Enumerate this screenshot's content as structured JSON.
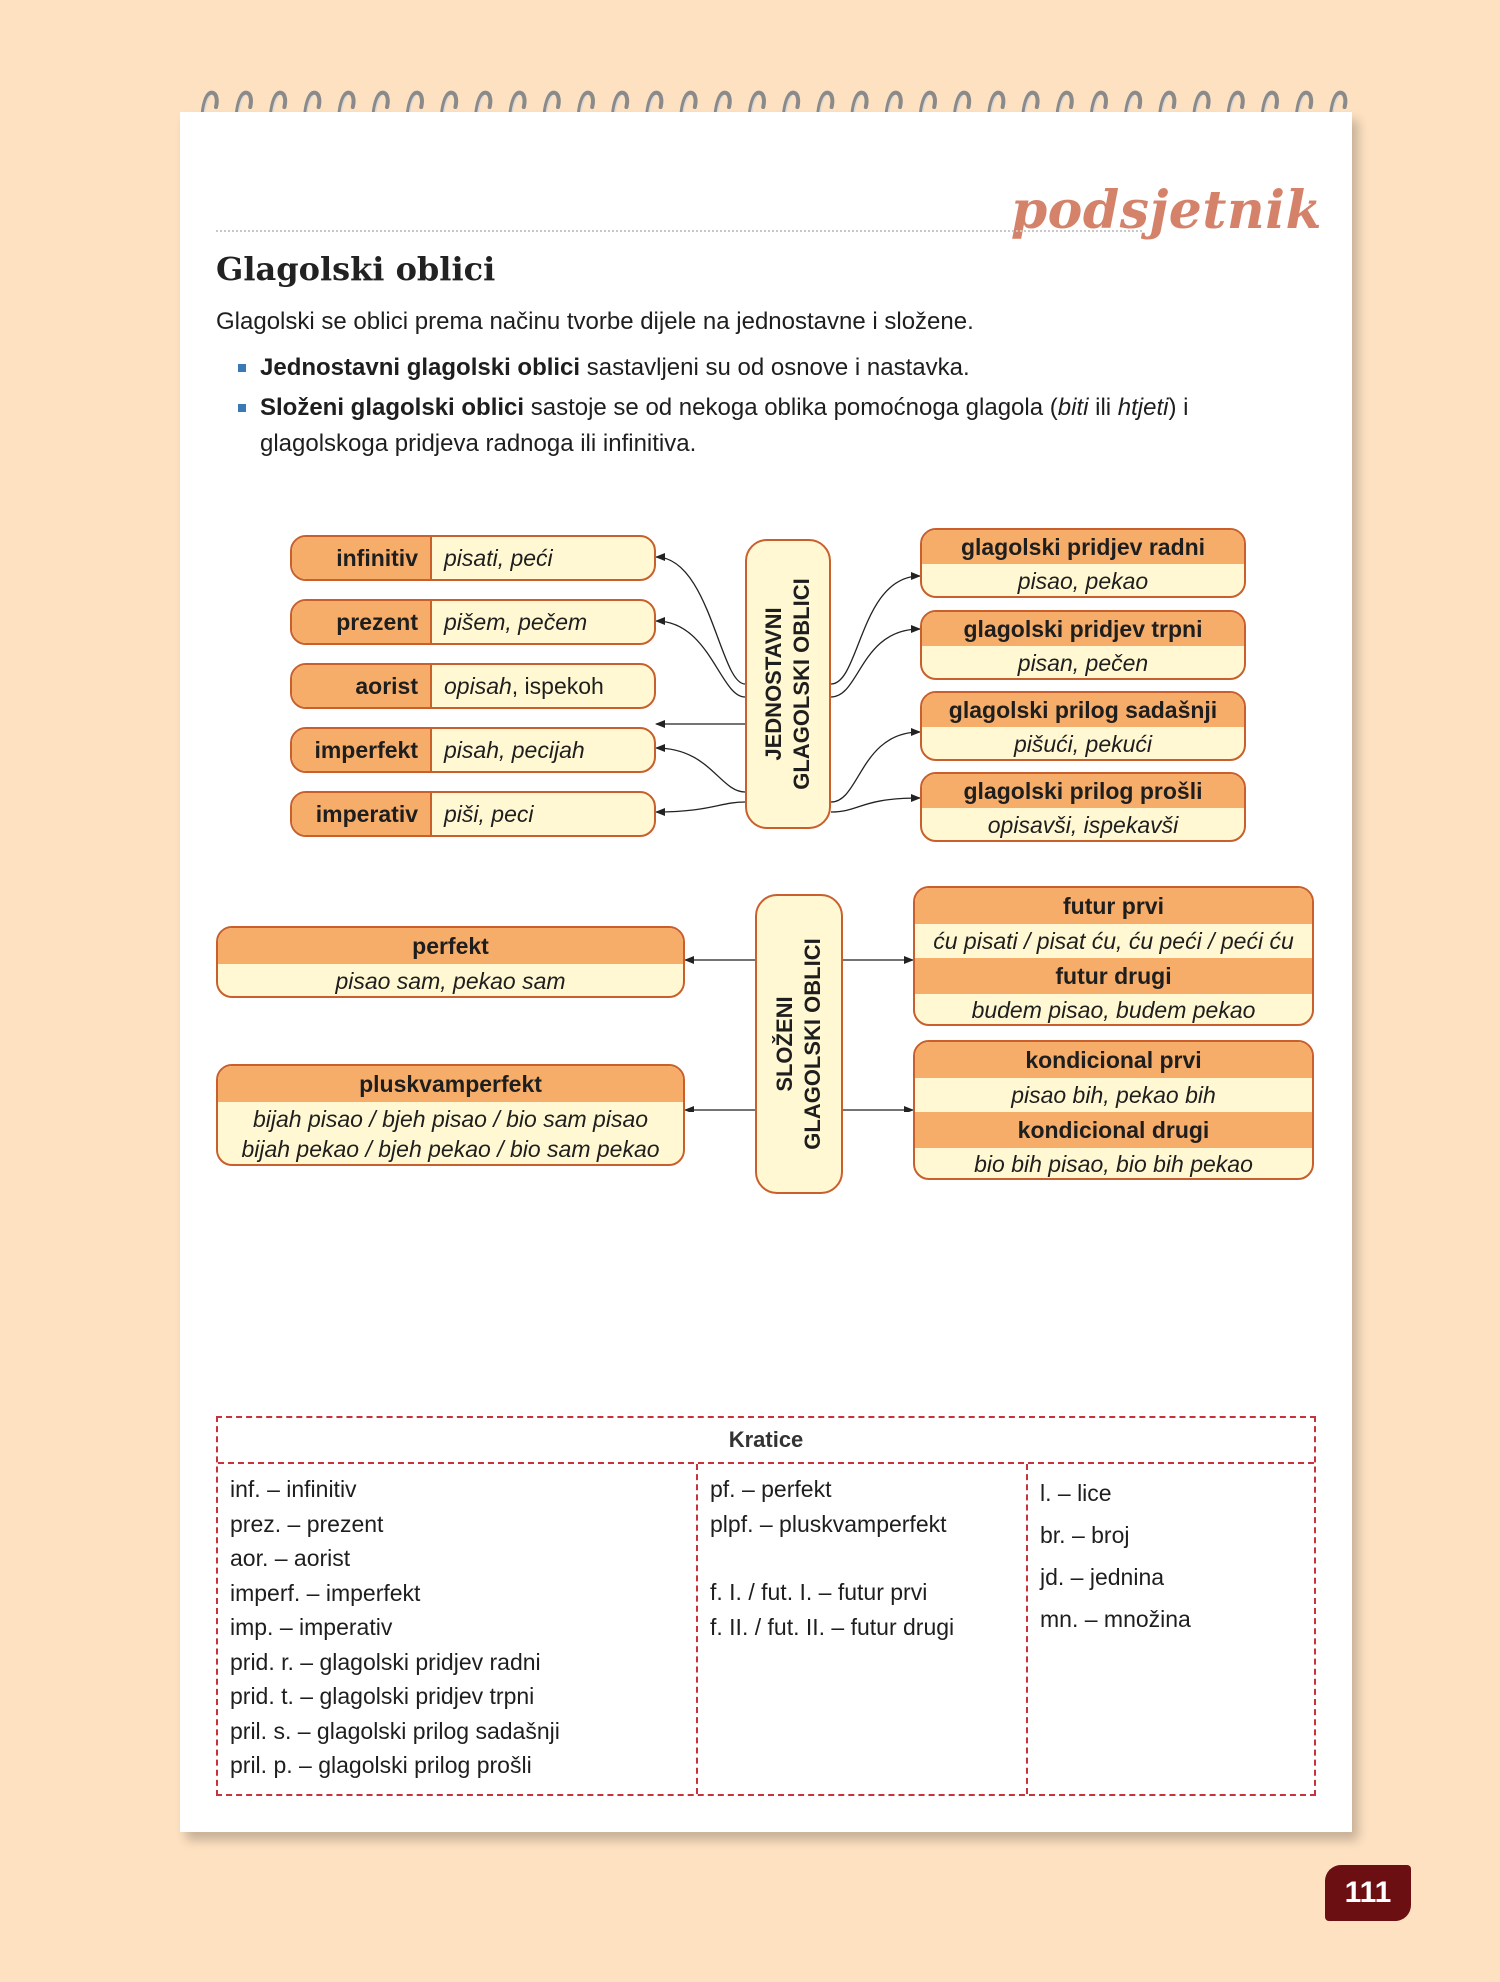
{
  "header": {
    "tagline": "podsjetnik"
  },
  "title": "Glagolski oblici",
  "intro": "Glagolski se oblici prema načinu tvorbe dijele na jednostavne i složene.",
  "bullets": [
    {
      "bold": "Jednostavni glagolski oblici",
      "text": " sastavljeni su od osnove i nastavka."
    },
    {
      "bold": "Složeni glagolski oblici",
      "text1": " sastoje se od nekoga oblika pomoćnoga glagola (",
      "i1": "biti",
      "text2": " ili ",
      "i2": "htjeti",
      "text3": ") i glagolskoga pridjeva radnoga ili infinitiva."
    }
  ],
  "simple": {
    "center_line1": "JEDNOSTAVNI",
    "center_line2": "GLAGOLSKI OBLICI",
    "left": [
      {
        "label": "infinitiv",
        "value": "pisati, peći"
      },
      {
        "label": "prezent",
        "value": "pišem, pečem"
      },
      {
        "label": "aorist",
        "value_italic": "opisah",
        "value_rest": ", ispekoh"
      },
      {
        "label": "imperfekt",
        "value": "pisah, pecijah"
      },
      {
        "label": "imperativ",
        "value": "piši, peci"
      }
    ],
    "right": [
      {
        "label": "glagolski pridjev radni",
        "value": "pisao, pekao"
      },
      {
        "label": "glagolski pridjev trpni",
        "value": "pisan, pečen"
      },
      {
        "label": "glagolski prilog sadašnji",
        "value": "pišući, pekući"
      },
      {
        "label": "glagolski prilog prošli",
        "value": "opisavši, ispekavši"
      }
    ]
  },
  "complex": {
    "center_line1": "SLOŽENI",
    "center_line2": "GLAGOLSKI OBLICI",
    "left": [
      {
        "label": "perfekt",
        "value1": "pisao sam, pekao sam"
      },
      {
        "label": "pluskvamperfekt",
        "value1": "bijah pisao / bjeh pisao / bio sam pisao",
        "value2": "bijah pekao / bjeh pekao / bio sam pekao"
      }
    ],
    "right": [
      {
        "label1": "futur prvi",
        "value1": "ću pisati / pisat ću, ću peći / peći ću",
        "label2": "futur drugi",
        "value2": "budem pisao, budem pekao"
      },
      {
        "label1": "kondicional prvi",
        "value1": "pisao bih, pekao bih",
        "label2": "kondicional drugi",
        "value2": "bio bih pisao, bio bih pekao"
      }
    ]
  },
  "abbreviations": {
    "title": "Kratice",
    "col1": [
      "inf. – infinitiv",
      "prez. – prezent",
      "aor. – aorist",
      "imperf. – imperfekt",
      "imp. – imperativ",
      "prid. r. – glagolski pridjev radni",
      "prid. t. – glagolski pridjev trpni",
      "pril. s. – glagolski prilog sadašnji",
      "pril. p. – glagolski prilog prošli"
    ],
    "col2a": [
      "pf. – perfekt",
      "plpf. – pluskvamperfekt"
    ],
    "col2b": [
      "f. I. / fut. I. – futur prvi",
      "f. II. / fut. II. – futur drugi"
    ],
    "col3": [
      "l. – lice",
      "br. – broj",
      "jd. – jednina",
      "mn. – množina"
    ]
  },
  "page_number": "111",
  "colors": {
    "label_fill": "#f6ad6a",
    "value_fill": "#fff8d2",
    "border": "#c85f2c",
    "tagline": "#d4836a",
    "bullet": "#3a78b6",
    "page_number_bg": "#6b0f12",
    "background": "#fde1c1"
  }
}
